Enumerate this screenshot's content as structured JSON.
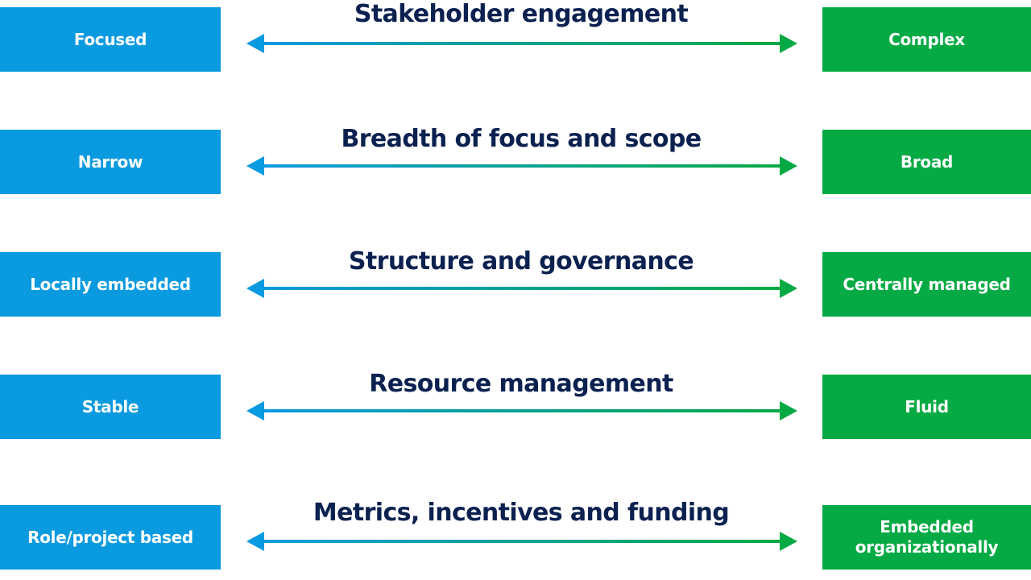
{
  "colors": {
    "left_box": "#0a9ae0",
    "right_box": "#05aa44",
    "title_text": "#0b2150",
    "box_text": "#ffffff",
    "arrow_gradient_start": "#0a9ae0",
    "arrow_gradient_end": "#05aa44"
  },
  "rows": [
    {
      "title": "Stakeholder engagement",
      "left": "Focused",
      "right": "Complex"
    },
    {
      "title": "Breadth of focus and scope",
      "left": "Narrow",
      "right": "Broad"
    },
    {
      "title": "Structure and governance",
      "left": "Locally embedded",
      "right": "Centrally managed"
    },
    {
      "title": "Resource management",
      "left": "Stable",
      "right": "Fluid"
    },
    {
      "title": "Metrics, incentives and funding",
      "left": "Role/project based",
      "right_line1": "Embedded",
      "right_line2": "organizationally"
    }
  ],
  "icons": {
    "arrow": "double-headed-arrow-icon"
  }
}
